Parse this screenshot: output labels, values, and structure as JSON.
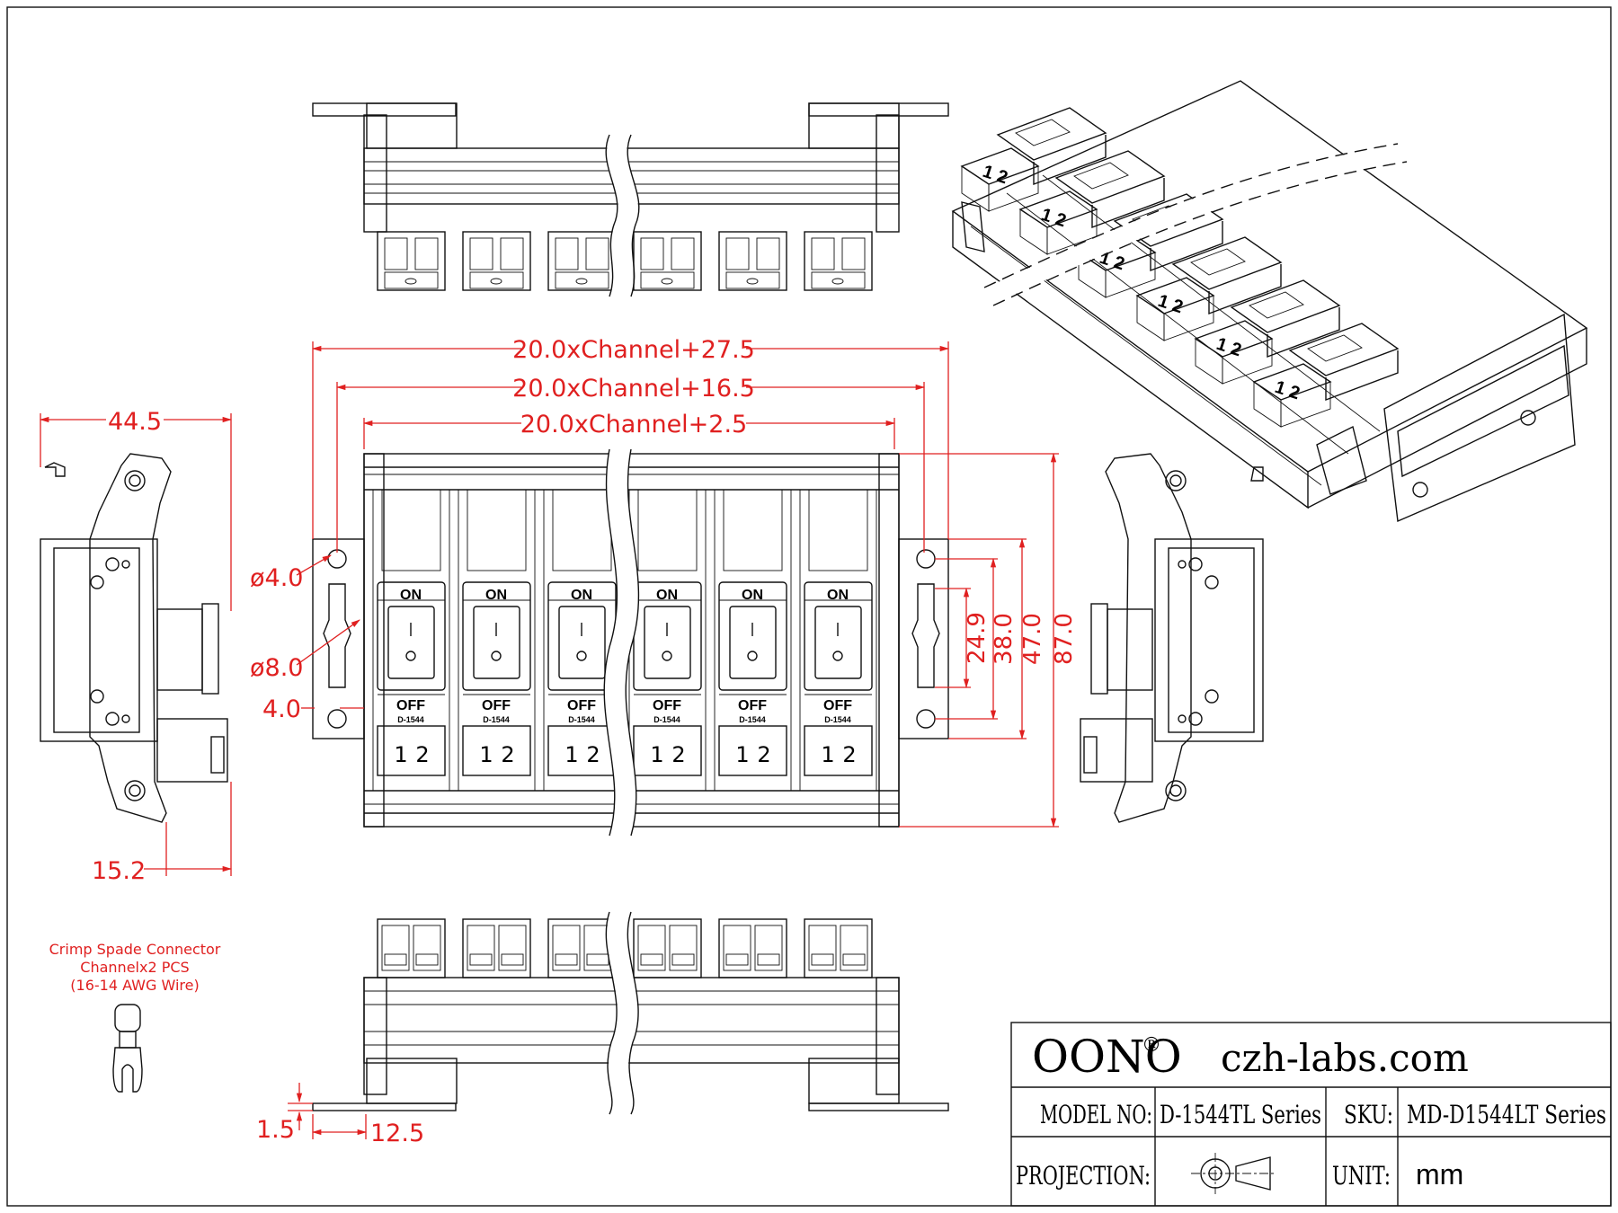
{
  "dimensions": {
    "overall": "20.0xChannel+27.5",
    "middle": "20.0xChannel+16.5",
    "inner": "20.0xChannel+2.5",
    "hole_small": "ø4.0",
    "hole_large": "ø8.0",
    "offset": "4.0",
    "depth": "44.5",
    "side_offset": "15.2",
    "slot": "24.9",
    "hole_spacing": "38.0",
    "bracket_height": "47.0",
    "total_height": "87.0",
    "thickness": "1.5",
    "flange": "12.5"
  },
  "switch": {
    "on": "ON",
    "off": "OFF",
    "model": "D-1544",
    "terminals": "1 2"
  },
  "channels": 6,
  "connector_note": {
    "line1": "Crimp Spade Connector",
    "line2": "Channelx2 PCS",
    "line3": "(16-14 AWG Wire)"
  },
  "title_block": {
    "brand": "OONO",
    "reg": "®",
    "website": "czh-labs.com",
    "model_label": "MODEL NO:",
    "model_value": "D-1544TL Series",
    "sku_label": "SKU:",
    "sku_value": "MD-D1544LT Series",
    "projection_label": "PROJECTION:",
    "unit_label": "UNIT:",
    "unit_value": "mm"
  },
  "colors": {
    "dimension": "#e02020",
    "line": "#111111"
  }
}
